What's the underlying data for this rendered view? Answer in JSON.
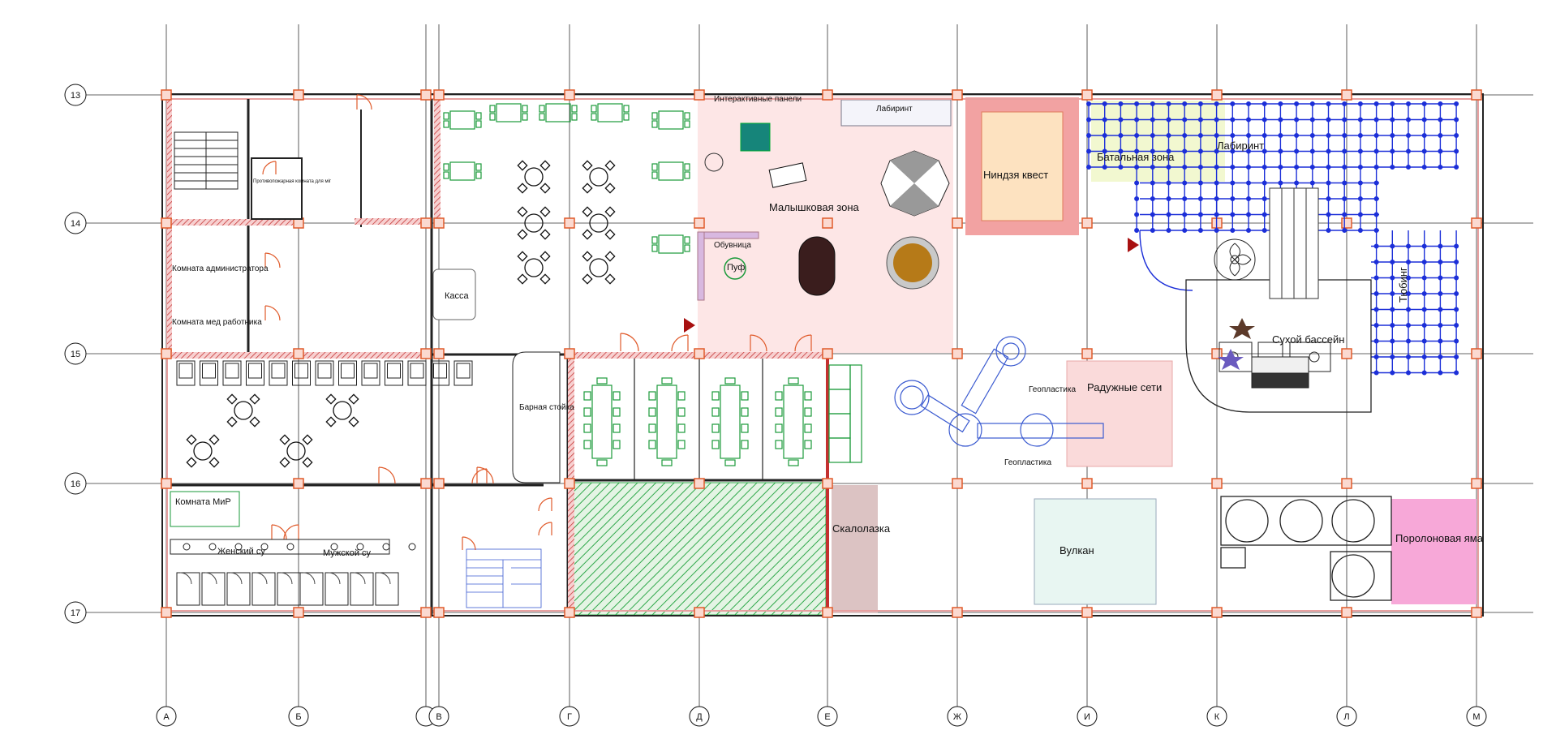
{
  "axes": {
    "rows": [
      "13",
      "14",
      "15",
      "16",
      "17"
    ],
    "cols": [
      "А",
      "Б",
      "",
      "В",
      "Г",
      "Д",
      "Е",
      "Ж",
      "И",
      "К",
      "Л",
      "М"
    ]
  },
  "labels": {
    "interactive_panels": "Интерактивные панели",
    "labyrinth_small": "Лабиринт",
    "toddler_zone": "Малышковая зона",
    "shoe_rack": "Обувница",
    "pouf": "Пуф",
    "ninja_quest": "Ниндзя квест",
    "battle_zone": "Батальная зона",
    "labyrinth": "Лабиринт",
    "tubing": "Тюбинг",
    "dry_pool": "Сухой бассейн",
    "geoplastic_1": "Геопластика",
    "geoplastic_2": "Геопластика",
    "rainbow_nets": "Радужные сети",
    "fire_room": "Противопожарная комната для міг",
    "admin_room": "Комната администратора",
    "medic_room": "Комната мед работника",
    "cashier": "Касса",
    "bar_counter": "Барная стойка",
    "mir_room": "Комната МиР",
    "womens_wc": "Женский су",
    "mens_wc": "Мужской су",
    "climbing": "Скалолазка",
    "volcano": "Вулкан",
    "foam_pit": "Поролоновая яма"
  },
  "colors": {
    "wall": "#e8a0a0",
    "column": "#e05a2a",
    "furniture": "#1a9a3a",
    "ninja_fill": "#f2a2a2",
    "toddler_fill": "#fde6e6",
    "labyrinth_grid": "#1c2fd8",
    "foam_pit_fill": "#f7a8d8",
    "climb_fill": "#dcc3c3",
    "field_hatch": "#2fa84a"
  }
}
